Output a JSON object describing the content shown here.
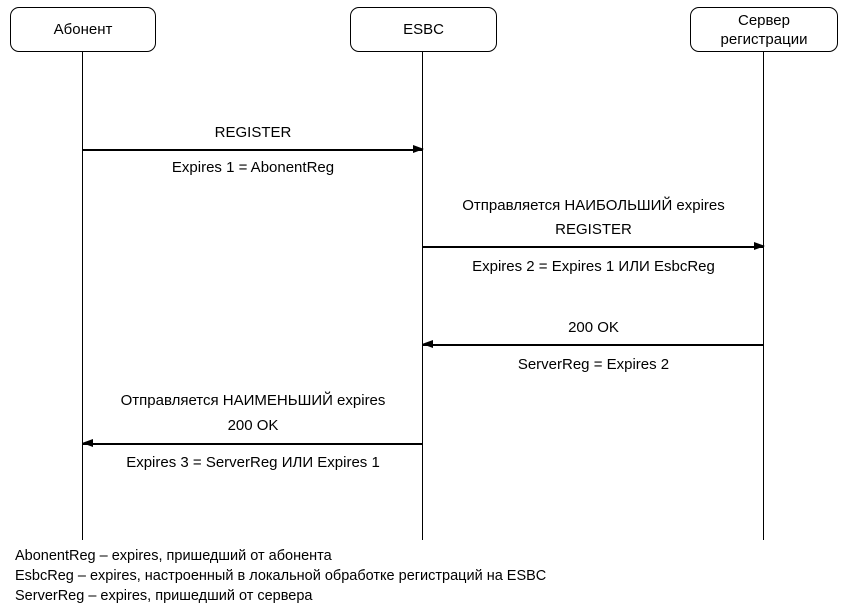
{
  "diagram": {
    "actors": [
      {
        "id": "abonent",
        "label": "Абонент"
      },
      {
        "id": "esbc",
        "label": "ESBC"
      },
      {
        "id": "server",
        "label": "Сервер\nрегистрации"
      }
    ],
    "messages": [
      {
        "note": "",
        "label": "REGISTER",
        "sublabel": "Expires 1 = AbonentReg",
        "from": "Абонент",
        "to": "ESBC",
        "direction": "right"
      },
      {
        "note": "Отправляется НАИБОЛЬШИЙ expires",
        "label": "REGISTER",
        "sublabel": "Expires 2 = Expires 1 ИЛИ EsbcReg",
        "from": "ESBC",
        "to": "Сервер регистрации",
        "direction": "right"
      },
      {
        "note": "",
        "label": "200 OK",
        "sublabel": "ServerReg = Expires 2",
        "from": "Сервер регистрации",
        "to": "ESBC",
        "direction": "left"
      },
      {
        "note": "Отправляется НАИМЕНЬШИЙ expires",
        "label": "200 OK",
        "sublabel": "Expires 3 = ServerReg ИЛИ Expires 1",
        "from": "ESBC",
        "to": "Абонент",
        "direction": "left"
      }
    ],
    "legend": [
      "AbonentReg – expires, пришедший от абонента",
      "EsbcReg – expires, настроенный в локальной обработке регистраций на ESBC",
      "ServerReg – expires, пришедший от сервера"
    ],
    "colors": {
      "line": "#000000",
      "text": "#000000",
      "background": "#ffffff"
    }
  }
}
